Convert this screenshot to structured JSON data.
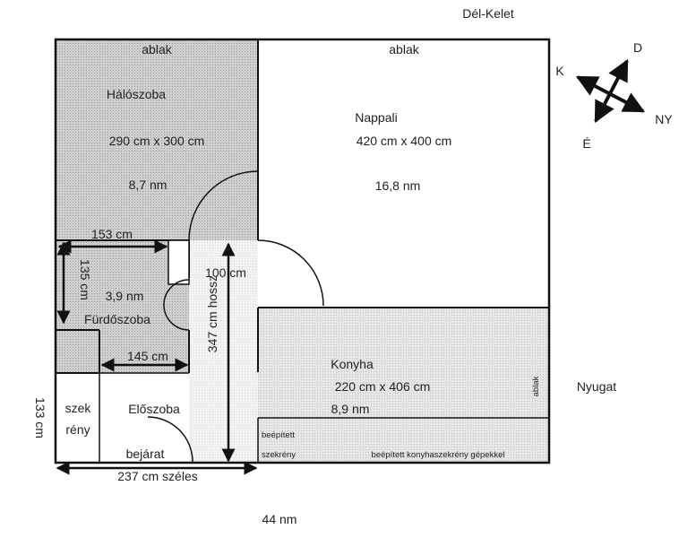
{
  "orientation": {
    "top_right": "Dél-Kelet",
    "right": "Nyugat"
  },
  "compass": {
    "d": "D",
    "k": "K",
    "ny": "NY",
    "e": "É"
  },
  "rooms": {
    "bedroom": {
      "window": "ablak",
      "name": "Hálószoba",
      "size": "290 cm x 300 cm",
      "area": "8,7 nm"
    },
    "living": {
      "window": "ablak",
      "name": "Nappali",
      "size": "420 cm x 400 cm",
      "area": "16,8 nm"
    },
    "bathroom": {
      "width": "153 cm",
      "height": "135 cm",
      "area": "3,9 nm",
      "name": "Fürdőszoba",
      "bottom": "145 cm"
    },
    "hall": {
      "door_width": "100 cm",
      "length": "347 cm hossz",
      "name": "Előszoba",
      "entrance": "bejárat",
      "width": "237 cm széles"
    },
    "closet": {
      "line1": "szek",
      "line2": "rény",
      "height": "133 cm"
    },
    "kitchen": {
      "name": "Konyha",
      "size": "220 cm x 406 cm",
      "area": "8,9 nm",
      "window": "ablak"
    },
    "builtin": {
      "line1": "beépített",
      "line2": "szekrény",
      "kitchen_cabinet": "beépített konyhaszekrény gépekkel"
    }
  },
  "total_area": "44 nm",
  "colors": {
    "wall": "#111111",
    "bedroom_fill": "#c8c8c8",
    "bath_fill": "#bdbdbd",
    "kitchen_fill": "#e4e4e4",
    "hall_fill": "#eeeeee"
  }
}
